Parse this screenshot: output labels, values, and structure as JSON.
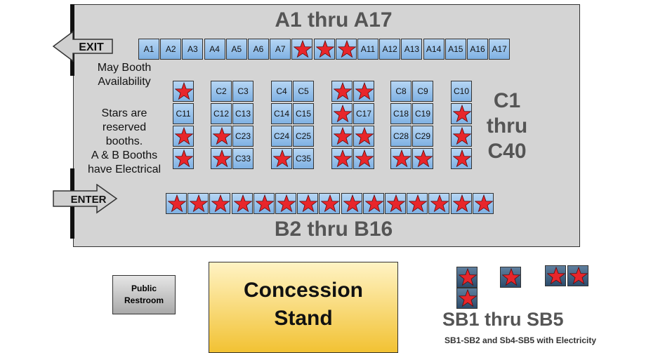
{
  "titles": {
    "a_row": "A1 thru A17",
    "b_row": "B2 thru B16",
    "c_line1": "C1",
    "c_line2": "thru",
    "c_line3": "C40",
    "sb": "SB1 thru SB5",
    "sb_note": "SB1-SB2 and Sb4-SB5 with Electricity"
  },
  "notes": {
    "availability": [
      "May Booth",
      "Availability"
    ],
    "legend": [
      "Stars are",
      "reserved",
      "booths.",
      "A & B Booths",
      "have Electrical"
    ]
  },
  "labels": {
    "exit": "EXIT",
    "enter": "ENTER",
    "restroom": [
      "Public",
      "Restroom"
    ],
    "concession": [
      "Concession",
      "Stand"
    ]
  },
  "colors": {
    "booth": "#9cc4ec",
    "star": "#e8262b",
    "hall": "#d4d4d4",
    "concession": "#f5cd4a"
  },
  "icons": {
    "reserved": "star-icon",
    "exit": "exit-arrow-icon",
    "enter": "enter-arrow-icon"
  },
  "a_booths": [
    {
      "label": "A1",
      "reserved": false
    },
    {
      "label": "A2",
      "reserved": false
    },
    {
      "label": "A3",
      "reserved": false
    },
    {
      "label": "A4",
      "reserved": false
    },
    {
      "label": "A5",
      "reserved": false
    },
    {
      "label": "A6",
      "reserved": false
    },
    {
      "label": "A7",
      "reserved": false
    },
    {
      "label": "",
      "reserved": true
    },
    {
      "label": "",
      "reserved": true
    },
    {
      "label": "",
      "reserved": true
    },
    {
      "label": "A11",
      "reserved": false
    },
    {
      "label": "A12",
      "reserved": false
    },
    {
      "label": "A13",
      "reserved": false
    },
    {
      "label": "A14",
      "reserved": false
    },
    {
      "label": "A15",
      "reserved": false
    },
    {
      "label": "A16",
      "reserved": false
    },
    {
      "label": "A17",
      "reserved": false
    }
  ],
  "b_booths": [
    {
      "label": "",
      "reserved": true
    },
    {
      "label": "",
      "reserved": true
    },
    {
      "label": "",
      "reserved": true
    },
    {
      "label": "",
      "reserved": true
    },
    {
      "label": "",
      "reserved": true
    },
    {
      "label": "",
      "reserved": true
    },
    {
      "label": "",
      "reserved": true
    },
    {
      "label": "",
      "reserved": true
    },
    {
      "label": "",
      "reserved": true
    },
    {
      "label": "",
      "reserved": true
    },
    {
      "label": "",
      "reserved": true
    },
    {
      "label": "",
      "reserved": true
    },
    {
      "label": "",
      "reserved": true
    },
    {
      "label": "",
      "reserved": true
    },
    {
      "label": "",
      "reserved": true
    }
  ],
  "c_blocks": [
    {
      "rows": [
        [
          {
            "label": "",
            "reserved": true
          }
        ],
        [
          {
            "label": "C11",
            "reserved": false
          }
        ],
        [
          {
            "label": "",
            "reserved": true
          }
        ],
        [
          {
            "label": "",
            "reserved": true
          }
        ]
      ]
    },
    {
      "rows": [
        [
          {
            "label": "C2",
            "reserved": false
          },
          {
            "label": "C3",
            "reserved": false
          }
        ],
        [
          {
            "label": "C12",
            "reserved": false
          },
          {
            "label": "C13",
            "reserved": false
          }
        ],
        [
          {
            "label": "",
            "reserved": true
          },
          {
            "label": "C23",
            "reserved": false
          }
        ],
        [
          {
            "label": "",
            "reserved": true
          },
          {
            "label": "C33",
            "reserved": false
          }
        ]
      ]
    },
    {
      "rows": [
        [
          {
            "label": "C4",
            "reserved": false
          },
          {
            "label": "C5",
            "reserved": false
          }
        ],
        [
          {
            "label": "C14",
            "reserved": false
          },
          {
            "label": "C15",
            "reserved": false
          }
        ],
        [
          {
            "label": "C24",
            "reserved": false
          },
          {
            "label": "C25",
            "reserved": false
          }
        ],
        [
          {
            "label": "",
            "reserved": true
          },
          {
            "label": "C35",
            "reserved": false
          }
        ]
      ]
    },
    {
      "rows": [
        [
          {
            "label": "",
            "reserved": true
          },
          {
            "label": "",
            "reserved": true
          }
        ],
        [
          {
            "label": "",
            "reserved": true
          },
          {
            "label": "C17",
            "reserved": false
          }
        ],
        [
          {
            "label": "",
            "reserved": true
          },
          {
            "label": "",
            "reserved": true
          }
        ],
        [
          {
            "label": "",
            "reserved": true
          },
          {
            "label": "",
            "reserved": true
          }
        ]
      ]
    },
    {
      "rows": [
        [
          {
            "label": "C8",
            "reserved": false
          },
          {
            "label": "C9",
            "reserved": false
          }
        ],
        [
          {
            "label": "C18",
            "reserved": false
          },
          {
            "label": "C19",
            "reserved": false
          }
        ],
        [
          {
            "label": "C28",
            "reserved": false
          },
          {
            "label": "C29",
            "reserved": false
          }
        ],
        [
          {
            "label": "",
            "reserved": true
          },
          {
            "label": "",
            "reserved": true
          }
        ]
      ]
    },
    {
      "rows": [
        [
          {
            "label": "C10",
            "reserved": false
          }
        ],
        [
          {
            "label": "",
            "reserved": true
          }
        ],
        [
          {
            "label": "",
            "reserved": true
          }
        ],
        [
          {
            "label": "",
            "reserved": true
          }
        ]
      ]
    }
  ],
  "sb_booths": [
    {
      "label": "",
      "reserved": true
    },
    {
      "label": "",
      "reserved": true
    },
    {
      "label": "",
      "reserved": true
    },
    {
      "label": "",
      "reserved": true
    },
    {
      "label": "",
      "reserved": true
    }
  ]
}
